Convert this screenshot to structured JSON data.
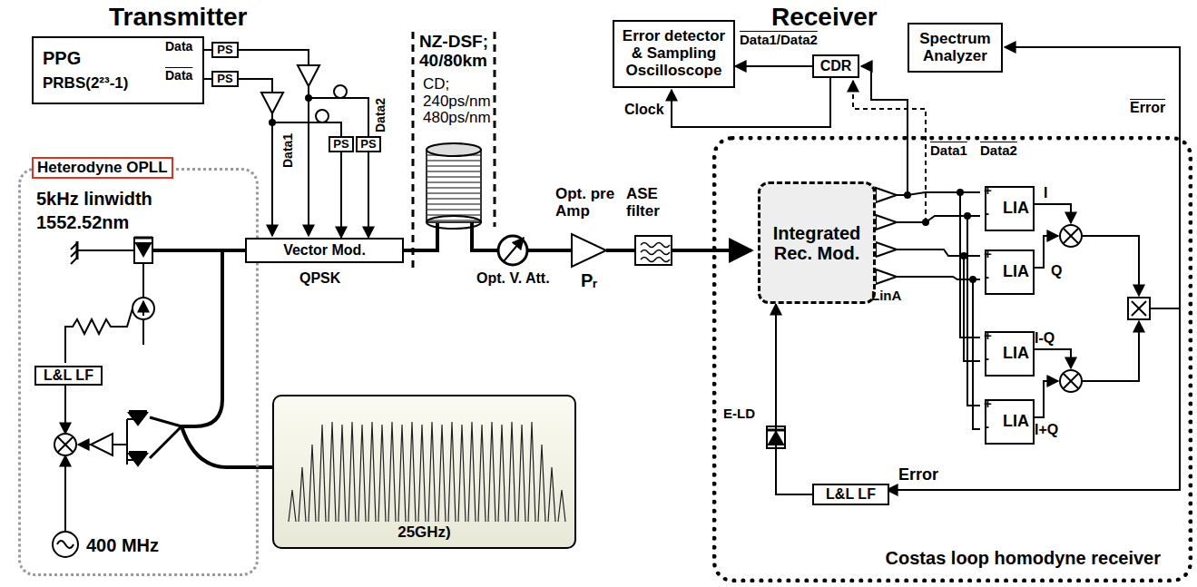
{
  "diagram": {
    "nodes": [
      {
        "text": [
          "Heterodyne OPLL"
        ]
      },
      {
        "text": [
          "L&L LF"
        ],
        "in": 0
      },
      {
        "text": [
          "PPG",
          "PRBS(2²³-1)"
        ]
      },
      {
        "text": [
          "PS"
        ]
      },
      {
        "text": [
          "PS"
        ]
      },
      {
        "text": [
          "PS"
        ]
      },
      {
        "text": [
          "PS"
        ]
      },
      {
        "text": [
          "Vector Mod."
        ]
      },
      {
        "text": [
          "25GHz)"
        ]
      },
      {
        "text": [
          "Error detector & Sampling Oscilloscope"
        ]
      },
      {
        "text": [
          "CDR"
        ]
      },
      {
        "text": [
          "Spectrum Analyzer"
        ]
      },
      {
        "text": [
          "Costas loop homodyne receiver"
        ]
      },
      {
        "text": [
          "Integrated Rec. Mod."
        ],
        "in": 12
      },
      {
        "text": [
          "LIA"
        ],
        "in": 12
      },
      {
        "text": [
          "LIA"
        ],
        "in": 12
      },
      {
        "text": [
          "LIA"
        ],
        "in": 12
      },
      {
        "text": [
          "LIA"
        ],
        "in": 12
      },
      {
        "text": [
          "L&L LF"
        ],
        "in": 12
      }
    ],
    "edges": [
      {
        "from": 2,
        "to": 3,
        "arrow": "none"
      },
      {
        "from": 2,
        "to": 4,
        "arrow": "none"
      },
      {
        "from": 5,
        "to": 7,
        "arrow": "to"
      },
      {
        "from": 6,
        "to": 7,
        "arrow": "to"
      },
      {
        "from": 10,
        "to": 9,
        "arrow": "to"
      },
      {
        "from": 18,
        "to": 13,
        "arrow": "to"
      }
    ],
    "labels": [
      "Transmitter",
      "Receiver",
      "Data",
      "Data",
      "Data1",
      "Data2",
      "5kHz linwidth",
      "1552.52nm",
      "400 MHz",
      "QPSK",
      "NZ-DSF; 40/80km",
      "CD; 240ps/nm 480ps/nm",
      "Opt. V. Att.",
      "Opt. pre Amp",
      "ASE filter",
      "Pᵣ",
      "Clock",
      "Data1/Data2",
      "Error",
      "Data1",
      "Data2",
      "I",
      "Q",
      "I-Q",
      "I+Q",
      "LinA",
      "E-LD",
      "Error",
      "+",
      "-",
      "+",
      "-",
      "+",
      "-",
      "+",
      "-"
    ]
  }
}
